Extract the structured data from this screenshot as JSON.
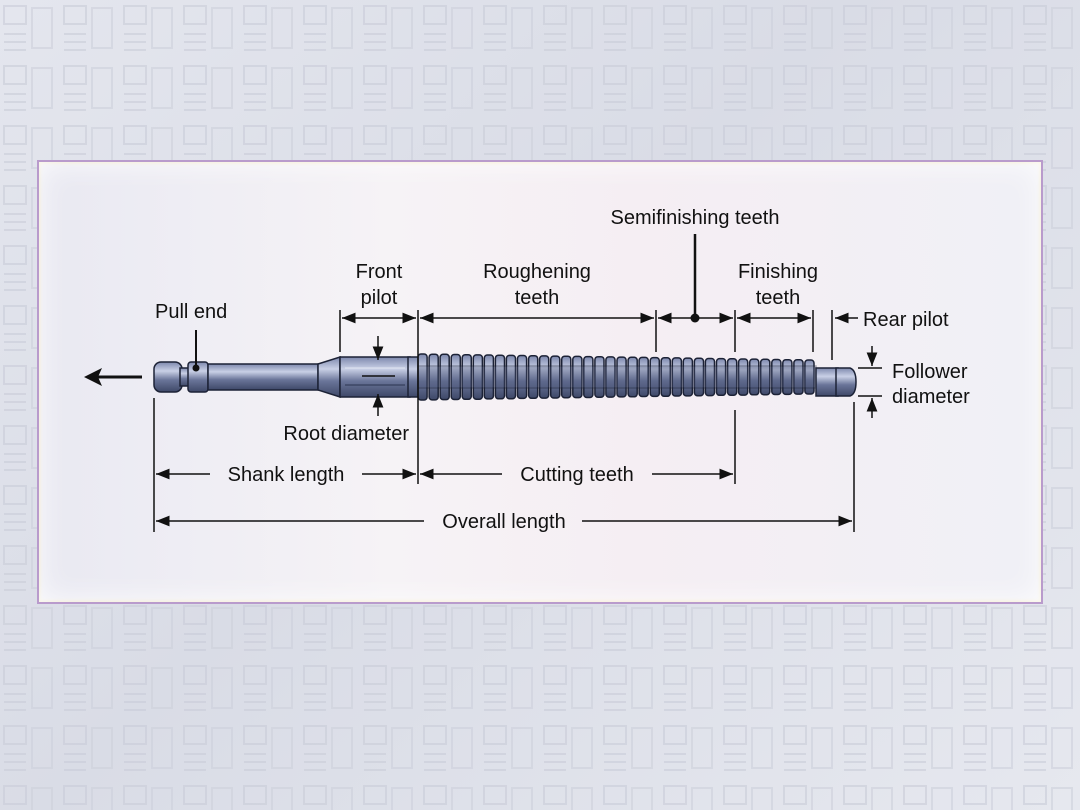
{
  "labels": {
    "pull_end": "Pull end",
    "front_pilot_1": "Front",
    "front_pilot_2": "pilot",
    "roughening_1": "Roughening",
    "roughening_2": "teeth",
    "semifinishing": "Semifinishing teeth",
    "finishing_1": "Finishing",
    "finishing_2": "teeth",
    "rear_pilot": "Rear pilot",
    "follower_1": "Follower",
    "follower_2": "diameter",
    "root_diameter": "Root diameter",
    "shank_length": "Shank length",
    "cutting_teeth": "Cutting teeth",
    "overall_length": "Overall length"
  },
  "colors": {
    "panel_border": "#b99bcc",
    "broach_body": "#5c6890",
    "broach_highlight": "#c9d0e6",
    "line": "#111111"
  }
}
